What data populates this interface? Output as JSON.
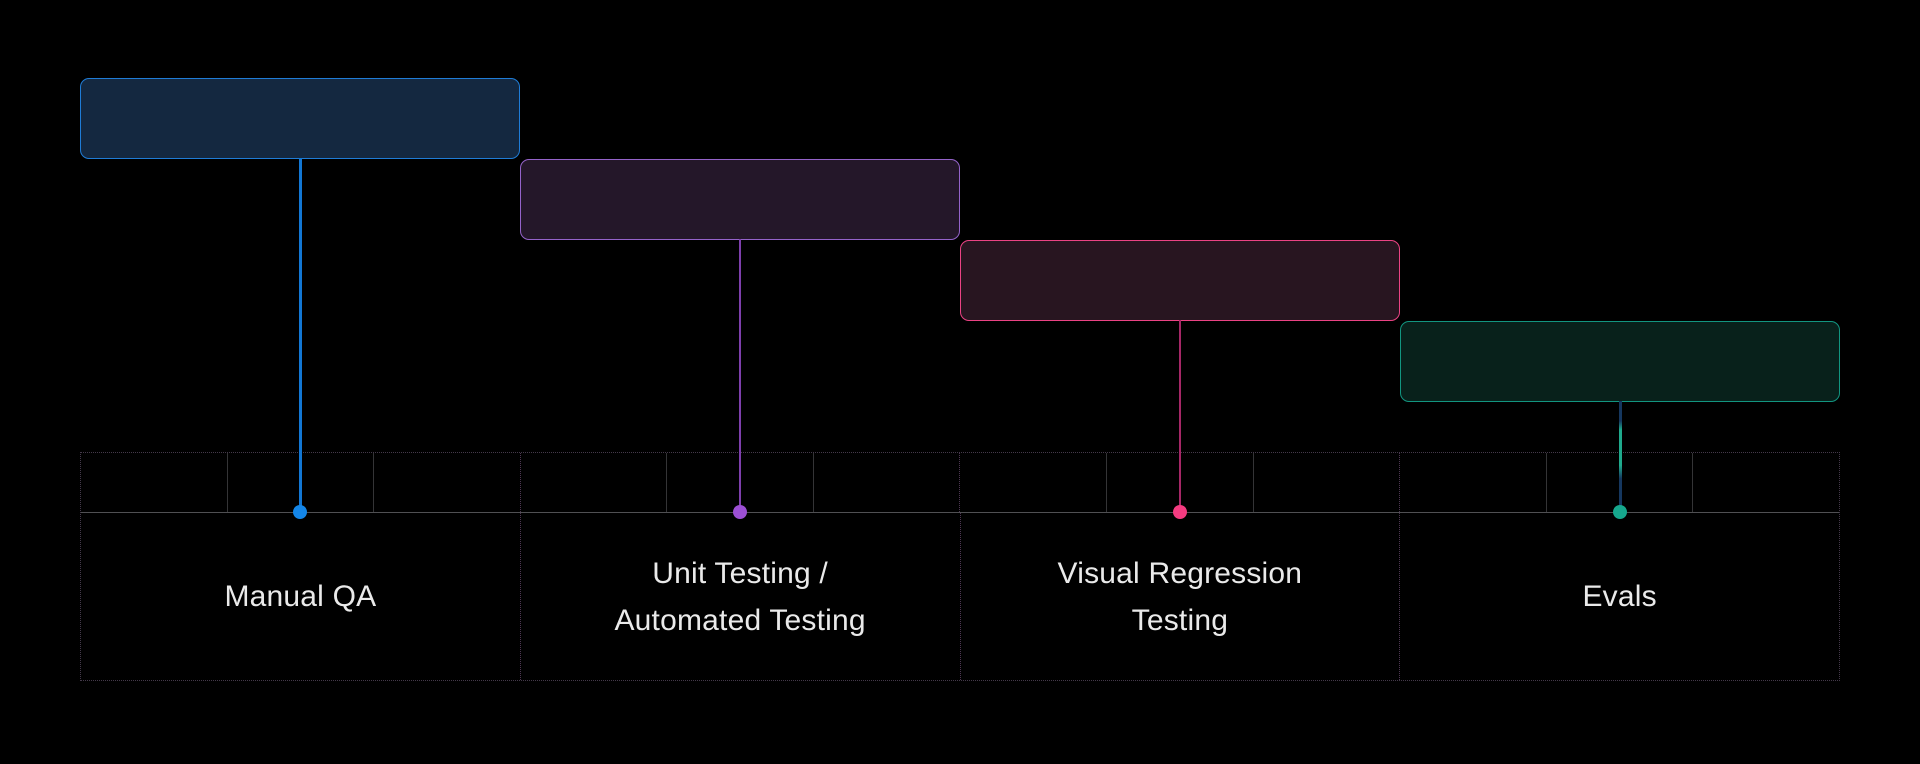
{
  "canvas": {
    "background": "#000000"
  },
  "timeline": {
    "stages": [
      {
        "label": "Manual QA",
        "box_fill": "#142840",
        "box_border": "#1f7cd6",
        "line_color": "#1277d4",
        "dot_color": "#1486e8"
      },
      {
        "label": "Unit Testing / Automated Testing",
        "box_fill": "#241729",
        "box_border": "#9463c9",
        "line_color": "#7e3fad",
        "dot_color": "#9c4fd4"
      },
      {
        "label": "Visual Regression Testing",
        "box_fill": "#281520",
        "box_border": "#eb4384",
        "line_color": "#a62767",
        "dot_color": "#f43b80"
      },
      {
        "label": "Evals",
        "box_fill": "#08211b",
        "box_border": "#129580",
        "line_color": "#1fa98c",
        "line_alt_color": "#15375f",
        "dot_color": "#16a78d"
      }
    ],
    "grid": {
      "sections": 4,
      "ticks_per_section": 3,
      "tick_line_color": "#343436",
      "section_divider_color": "#4d3752",
      "outer_border_color": "#44394a",
      "baseline_color": "#505053"
    },
    "label_text_color": "#eaeaea"
  }
}
